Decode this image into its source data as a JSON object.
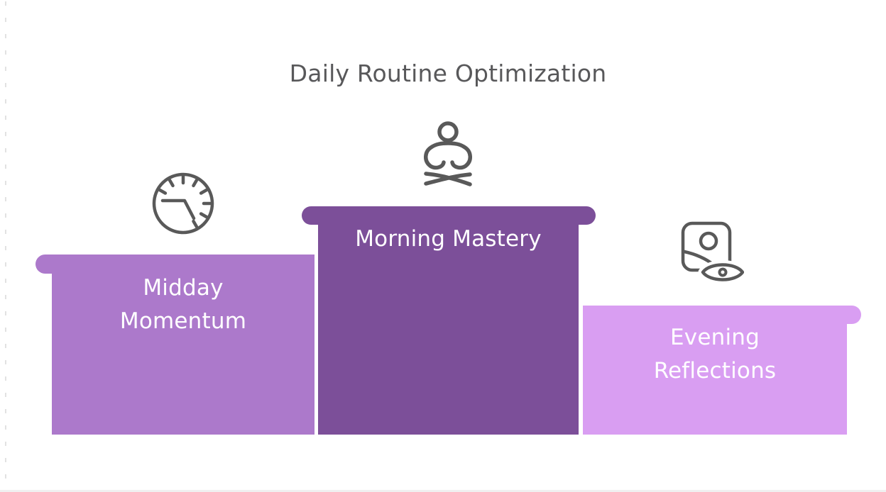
{
  "title": "Daily Routine Optimization",
  "colors": {
    "title_text": "#58585A",
    "icon_stroke": "#595959",
    "label_text": "#FFFFFF",
    "dotted_guide": "#E2E2E2",
    "bottom_rule": "#F0F0F0",
    "canvas_background": "#FFFFFF"
  },
  "podium": {
    "steps": [
      {
        "id": "midday",
        "label": "Midday Momentum",
        "line1": "Midday",
        "line2": "Momentum",
        "icon": "clock-icon",
        "color": "#AC79CB",
        "rank": 2
      },
      {
        "id": "morning",
        "label": "Morning Mastery",
        "line1": "Morning Mastery",
        "line2": "",
        "icon": "meditation-icon",
        "color": "#7C4F99",
        "rank": 1
      },
      {
        "id": "evening",
        "label": "Evening Reflections",
        "line1": "Evening",
        "line2": "Reflections",
        "icon": "image-eye-icon",
        "color": "#D99EF2",
        "rank": 3
      }
    ]
  }
}
